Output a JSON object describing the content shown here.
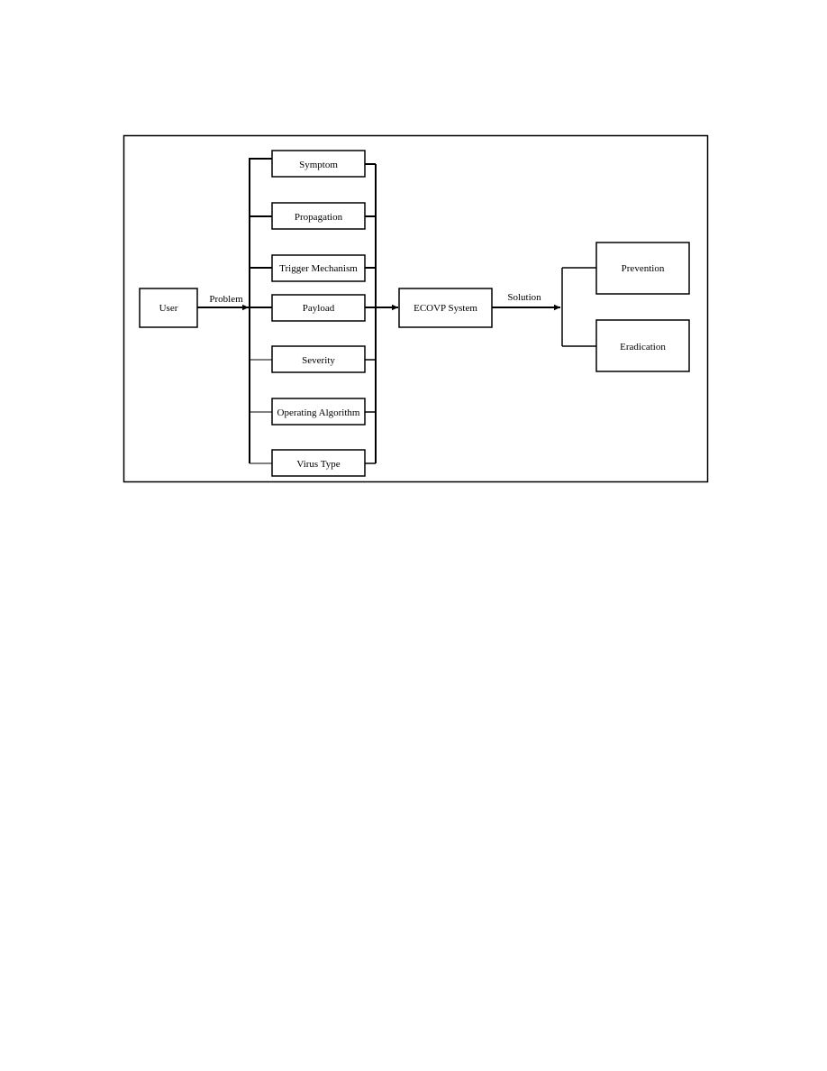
{
  "diagram": {
    "user": "User",
    "edge_problem": "Problem",
    "attributes": [
      "Symptom",
      "Propagation",
      "Trigger Mechanism",
      "Payload",
      "Severity",
      "Operating Algorithm",
      "Virus Type"
    ],
    "system": "ECOVP System",
    "edge_solution": "Solution",
    "outputs": [
      "Prevention",
      "Eradication"
    ]
  }
}
